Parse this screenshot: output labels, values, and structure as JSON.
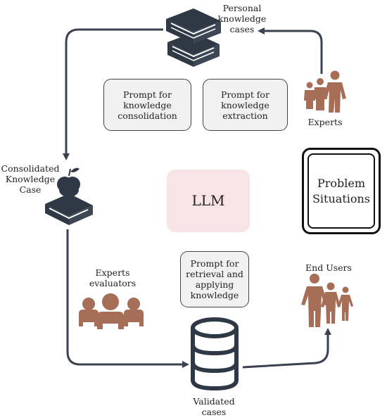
{
  "nodes": {
    "personal_cases": "Personal\nknowledge\ncases",
    "consolidated_case": "Consolidated\nKnowledge\nCase",
    "experts": "Experts",
    "experts_evaluators": "Experts\nevaluators",
    "end_users": "End Users",
    "validated_cases": "Validated\ncases"
  },
  "prompts": {
    "consolidation": "Prompt for\nknowledge\nconsolidation",
    "extraction": "Prompt for\nknowledge\nextraction",
    "retrieval": "Prompt for\nretrieval and\napplying\nknowledge"
  },
  "center": {
    "llm": "LLM"
  },
  "problem_situations": "Problem\nSituations",
  "colors": {
    "book": "#2f3845",
    "people": "#a66d57",
    "llm_fill": "#f8e3e6",
    "prompt_fill": "#f1f1f1",
    "arrow": "#3a4250"
  },
  "icons": [
    "books-icon",
    "apple-book-icon",
    "people-icon",
    "database-icon"
  ]
}
